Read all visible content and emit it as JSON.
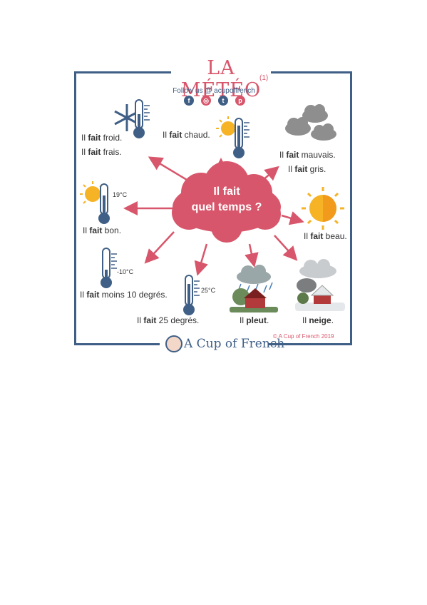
{
  "header": {
    "title": "LA MÉTÉO",
    "title_number": "(1)",
    "follow": "Follow us @ acupoffrench",
    "social_icons": [
      "facebook-icon",
      "instagram-icon",
      "twitter-icon",
      "pinterest-icon"
    ]
  },
  "center": {
    "line1": "Il fait",
    "line2": "quel temps ?"
  },
  "labels": {
    "froid": {
      "prefix": "Il ",
      "bold": "fait",
      "suffix": " froid."
    },
    "frais": {
      "prefix": "Il ",
      "bold": "fait",
      "suffix": " frais."
    },
    "chaud": {
      "prefix": "Il ",
      "bold": "fait",
      "suffix": " chaud."
    },
    "mauvais": {
      "prefix": "Il ",
      "bold": "fait",
      "suffix": " mauvais."
    },
    "gris": {
      "prefix": "Il ",
      "bold": "fait",
      "suffix": " gris."
    },
    "bon": {
      "prefix": "Il ",
      "bold": "fait",
      "suffix": " bon."
    },
    "beau": {
      "prefix": "Il ",
      "bold": "fait",
      "suffix": " beau."
    },
    "moins10": {
      "prefix": "Il ",
      "bold": "fait",
      "suffix": " moins 10 degrés."
    },
    "plus25": {
      "prefix": "Il ",
      "bold": "fait",
      "suffix": " 25 degrés."
    },
    "pleut": {
      "prefix": "Il ",
      "bold": "pleut",
      "suffix": "."
    },
    "neige": {
      "prefix": "Il ",
      "bold": "neige",
      "suffix": "."
    }
  },
  "temperatures": {
    "bon": "19°C",
    "moins10": "-10°C",
    "plus25": "25°C"
  },
  "footer": {
    "logo": "A Cup of French",
    "copyright": "© A Cup of French 2019"
  },
  "colors": {
    "accent": "#d8566b",
    "frame": "#3f5f86",
    "sun": "#f5b325"
  }
}
